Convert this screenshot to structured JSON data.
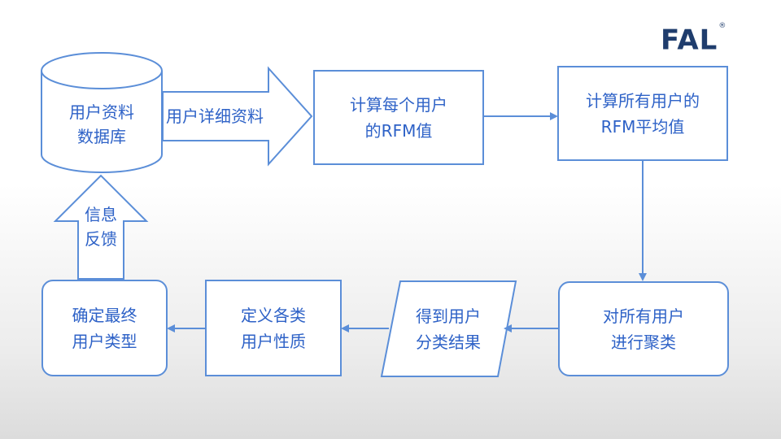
{
  "logo": {
    "text": "FAL",
    "mark": "®"
  },
  "colors": {
    "stroke": "#5b8ed8",
    "text": "#2e62c7",
    "logo": "#1f3d6d"
  },
  "nodes": {
    "database": {
      "line1": "用户资料",
      "line2": "数据库"
    },
    "compute_rfm": {
      "line1": "计算每个用户",
      "line2": "的RFM值"
    },
    "compute_avg": {
      "line1": "计算所有用户的",
      "line2": "RFM平均值"
    },
    "cluster": {
      "line1": "对所有用户",
      "line2": "进行聚类"
    },
    "result": {
      "line1": "得到用户",
      "line2": "分类结果"
    },
    "define": {
      "line1": "定义各类",
      "line2": "用户性质"
    },
    "final": {
      "line1": "确定最终",
      "line2": "用户类型"
    }
  },
  "arrows": {
    "detail": {
      "label": "用户详细资料"
    },
    "feedback": {
      "line1": "信息",
      "line2": "反馈"
    }
  }
}
